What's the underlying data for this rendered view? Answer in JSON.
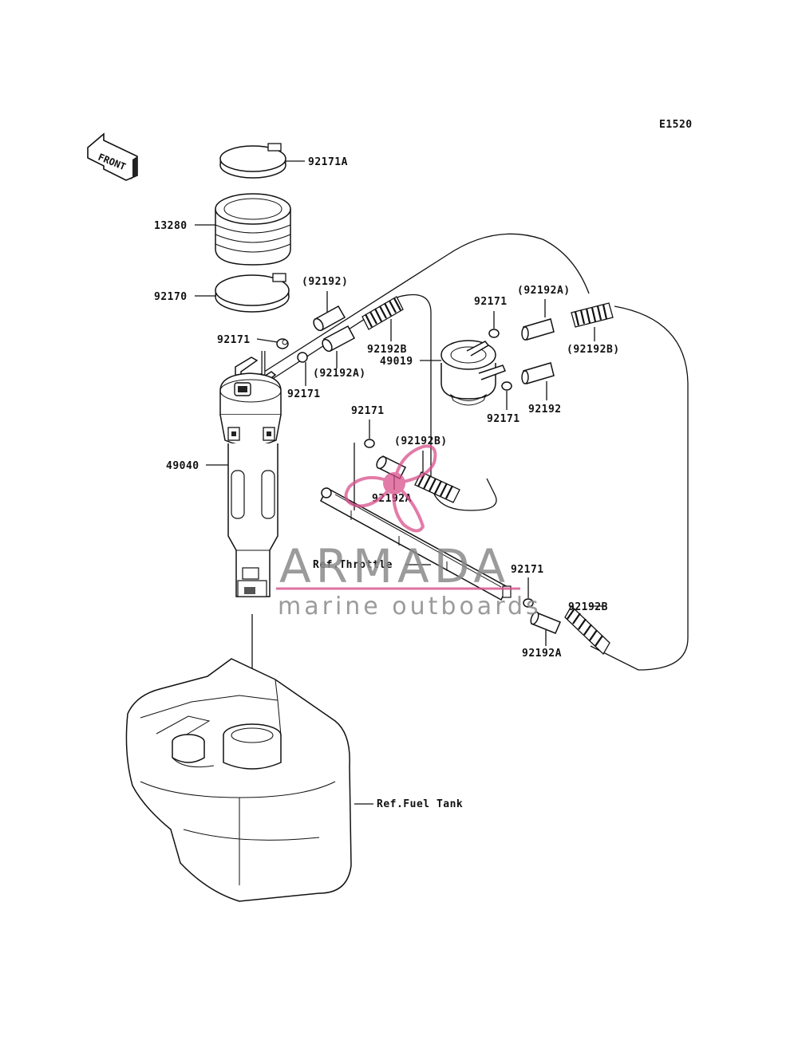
{
  "diagram": {
    "code": "E1520",
    "front_label": "FRONT",
    "labels": {
      "p92171A": "92171A",
      "p13280": "13280",
      "p92170": "92170",
      "p92192_top": "(92192)",
      "p92171_a": "92171",
      "p92192B_a": "92192B",
      "p92192A_a": "(92192A)",
      "p92171_b": "92171",
      "p49040": "49040",
      "p92171_c": "92171",
      "p92192B_b": "(92192B)",
      "p92192A_b": "92192A",
      "p92171_d": "92171",
      "p92192A_c": "(92192A)",
      "p92192B_c": "(92192B)",
      "p49019": "49019",
      "p92171_e": "92171",
      "p92192": "92192",
      "p92171_f": "92171",
      "p92192B_d": "92192B",
      "p92192A_d": "92192A",
      "ref_throttle": "Ref.Throttle",
      "ref_fuel_tank": "Ref.Fuel Tank"
    }
  },
  "watermark": {
    "brand": "ARMADA",
    "tagline": "marine outboards",
    "accent_color": "#d94f8c"
  }
}
